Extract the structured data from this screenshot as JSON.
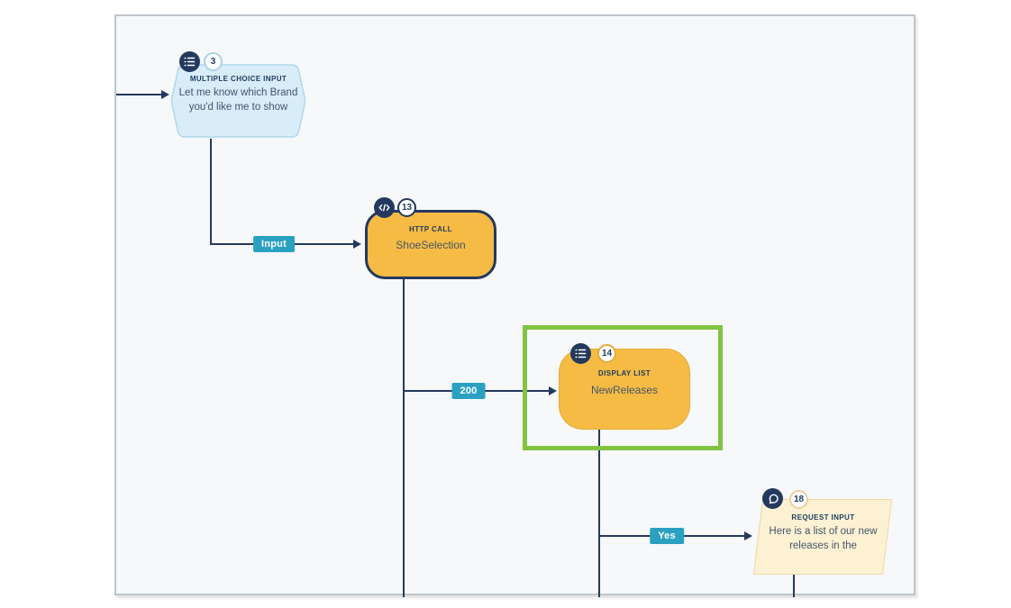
{
  "app": {
    "name": "bot flow builder canvas"
  },
  "colors": {
    "canvas_bg": "#f6f8fa",
    "edge_navy": "#24395e",
    "node_blue_fill": "#d8edf7",
    "node_orange_fill": "#f5bb44",
    "node_cream_fill": "#fdf1d3",
    "edge_label_teal": "#2ba1c1",
    "selection_green": "#83c341"
  },
  "nodes": [
    {
      "badge": "3",
      "type_label": "MULTIPLE CHOICE INPUT",
      "text": "Let me know which Brand you'd like me to show",
      "icon": "list-icon"
    },
    {
      "badge": "13",
      "type_label": "HTTP CALL",
      "text": "ShoeSelection",
      "icon": "code-icon"
    },
    {
      "badge": "14",
      "type_label": "DISPLAY LIST",
      "text": "NewReleases",
      "icon": "list-icon",
      "selected": true
    },
    {
      "badge": "18",
      "type_label": "REQUEST INPUT",
      "text": "Here is a list of our new releases in the",
      "icon": "chat-icon"
    }
  ],
  "edges": [
    {
      "label": "Input"
    },
    {
      "label": "200"
    },
    {
      "label": "Yes"
    }
  ]
}
